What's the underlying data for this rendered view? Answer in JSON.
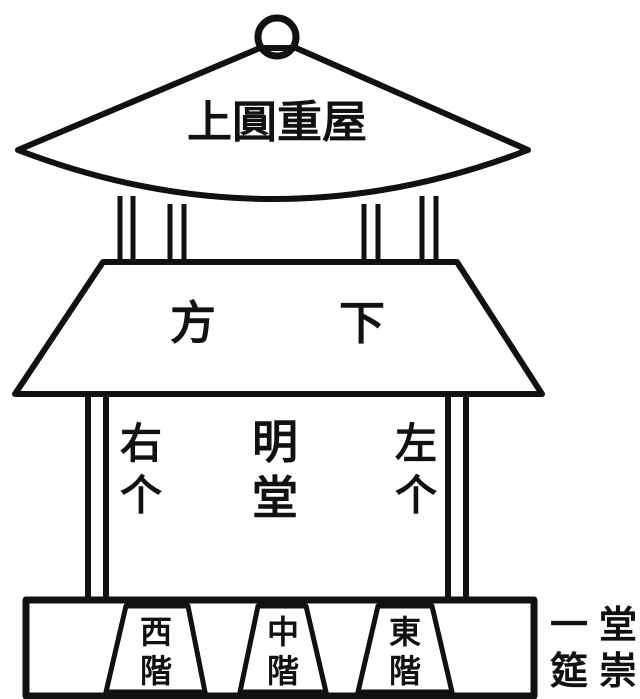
{
  "diagram": {
    "upper_roof_label": "上圓重屋",
    "lower_roof_left": "方",
    "lower_roof_right": "下",
    "hall_center_top": "明",
    "hall_center_bottom": "堂",
    "hall_right_top": "右",
    "hall_right_bottom": "个",
    "hall_left_top": "左",
    "hall_left_bottom": "个",
    "stair_west_top": "西",
    "stair_west_bottom": "階",
    "stair_center_top": "中",
    "stair_center_bottom": "階",
    "stair_east_top": "東",
    "stair_east_bottom": "階",
    "side_col1_top": "堂",
    "side_col1_bottom": "崇",
    "side_col2_top": "一",
    "side_col2_bottom": "筵"
  },
  "colors": {
    "ink": "#111111",
    "paper": "#ffffff"
  }
}
